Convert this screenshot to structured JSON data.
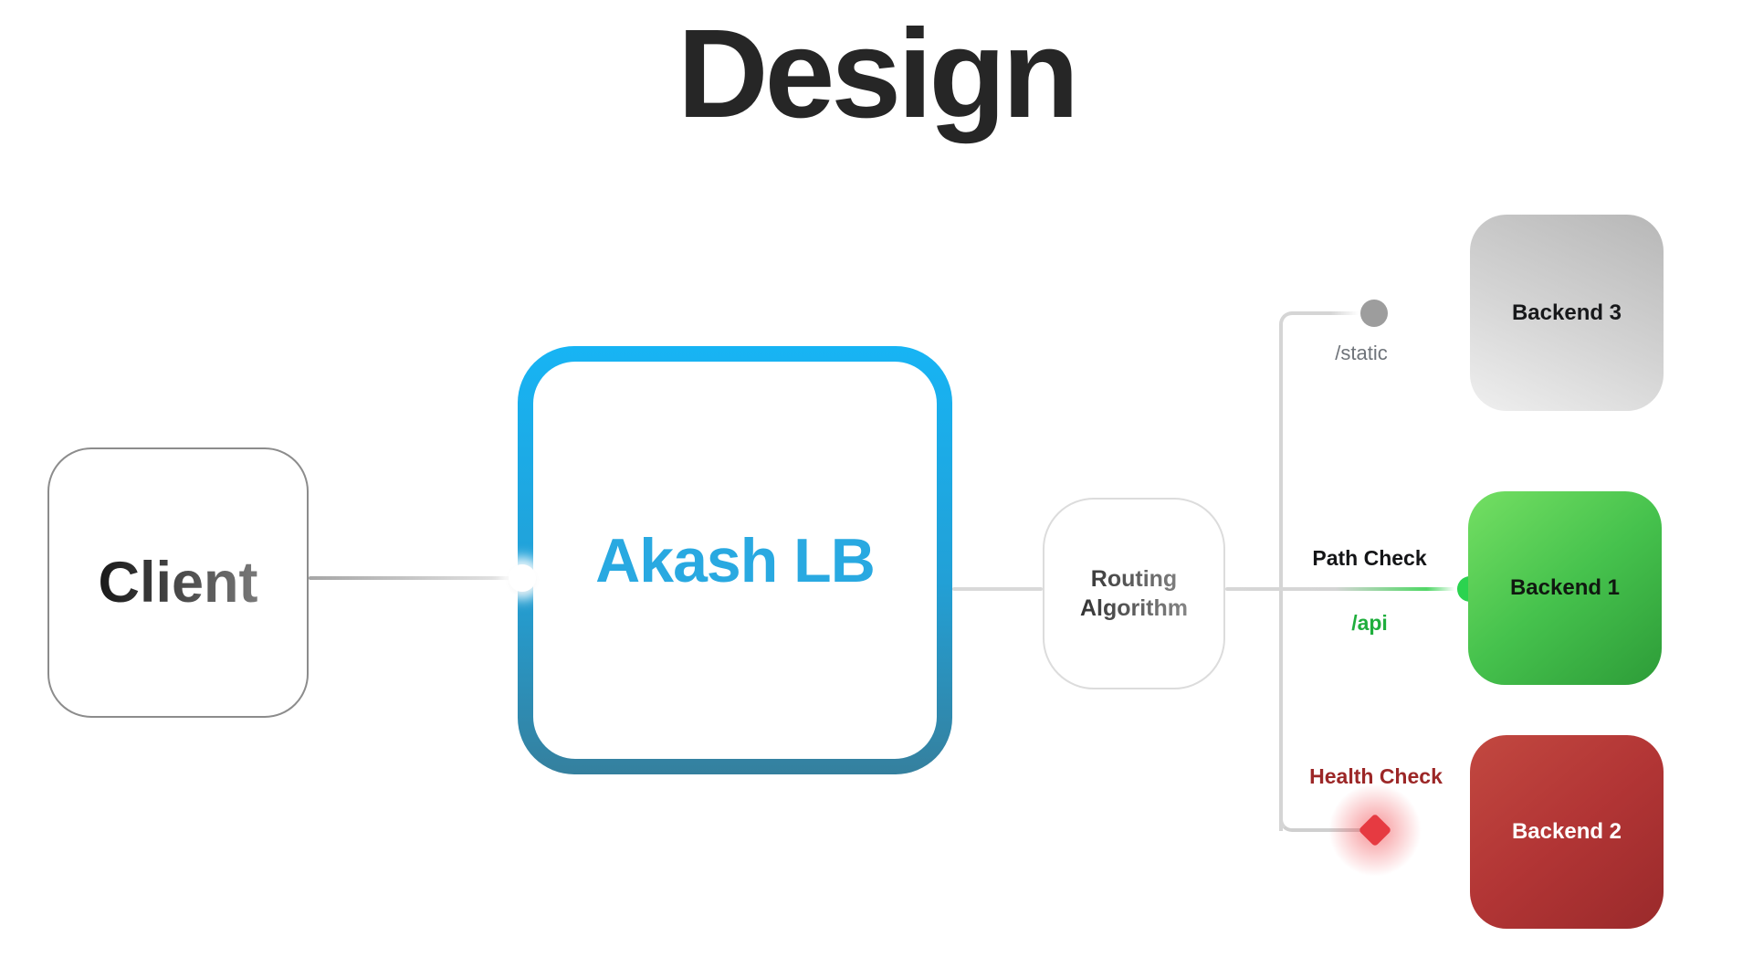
{
  "page": {
    "title": "Design",
    "background_color": "#ffffff"
  },
  "nodes": {
    "client": {
      "label": "Client",
      "border_color": "#8c8c8c",
      "text_gradient": [
        "#0a0a0a",
        "#8f8f8f"
      ]
    },
    "load_balancer": {
      "label": "Akash LB",
      "text_color": "#29a9e1",
      "border_gradient": [
        "#17b4f4",
        "#35809e"
      ]
    },
    "routing": {
      "label_line1": "Routing",
      "label_line2": "Algorithm",
      "border_color": "#dcdcdc"
    },
    "backend3": {
      "label": "Backend 3",
      "fill_gradient": [
        "#b7b7b7",
        "#efefef"
      ],
      "text_color": "#17181a"
    },
    "backend1": {
      "label": "Backend 1",
      "fill_gradient": [
        "#74df63",
        "#2d9c38"
      ],
      "text_color": "#101810"
    },
    "backend2": {
      "label": "Backend 2",
      "fill_gradient": [
        "#c24840",
        "#9a2a2b"
      ],
      "text_color": "#ffffff"
    }
  },
  "routes": {
    "static_route": {
      "label": "/static",
      "label_color": "#6f747a",
      "marker": "circle",
      "marker_color": "#9d9d9d"
    },
    "path_check": {
      "title": "Path Check",
      "title_color": "#141517",
      "label": "/api",
      "label_color": "#1fae3d",
      "marker": "circle",
      "marker_color": "#2bd34f",
      "line_color": "#2ed04e"
    },
    "health_check": {
      "title": "Health Check",
      "title_color": "#9c2727",
      "marker": "diamond",
      "marker_color": "#e63a41"
    }
  },
  "connectors": {
    "line_color": "#d5d5d5"
  }
}
